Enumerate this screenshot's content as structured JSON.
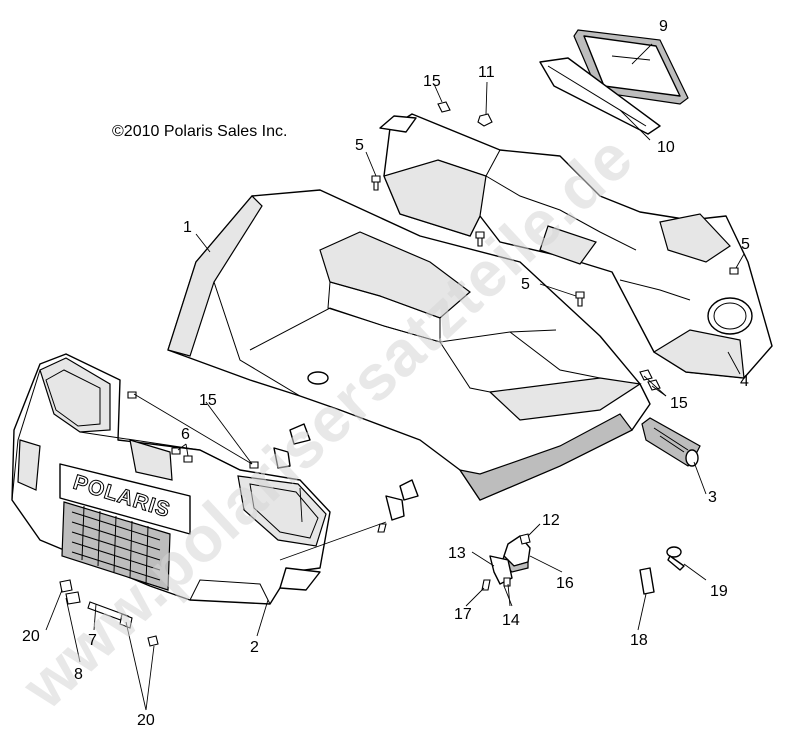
{
  "copyright": "©2010 Polaris Sales Inc.",
  "watermark": "www.polarisersatzteile.de",
  "grille_logo": "POLARIS",
  "callouts": {
    "c1": "1",
    "c2": "2",
    "c3": "3",
    "c4": "4",
    "c5a": "5",
    "c5b": "5",
    "c5c": "5",
    "c6": "6",
    "c7": "7",
    "c8": "8",
    "c9": "9",
    "c10": "10",
    "c11": "11",
    "c12": "12",
    "c13": "13",
    "c14": "14",
    "c15a": "15",
    "c15b": "15",
    "c15c": "15",
    "c16": "16",
    "c17": "17",
    "c18": "18",
    "c19": "19",
    "c20a": "20",
    "c20b": "20"
  }
}
